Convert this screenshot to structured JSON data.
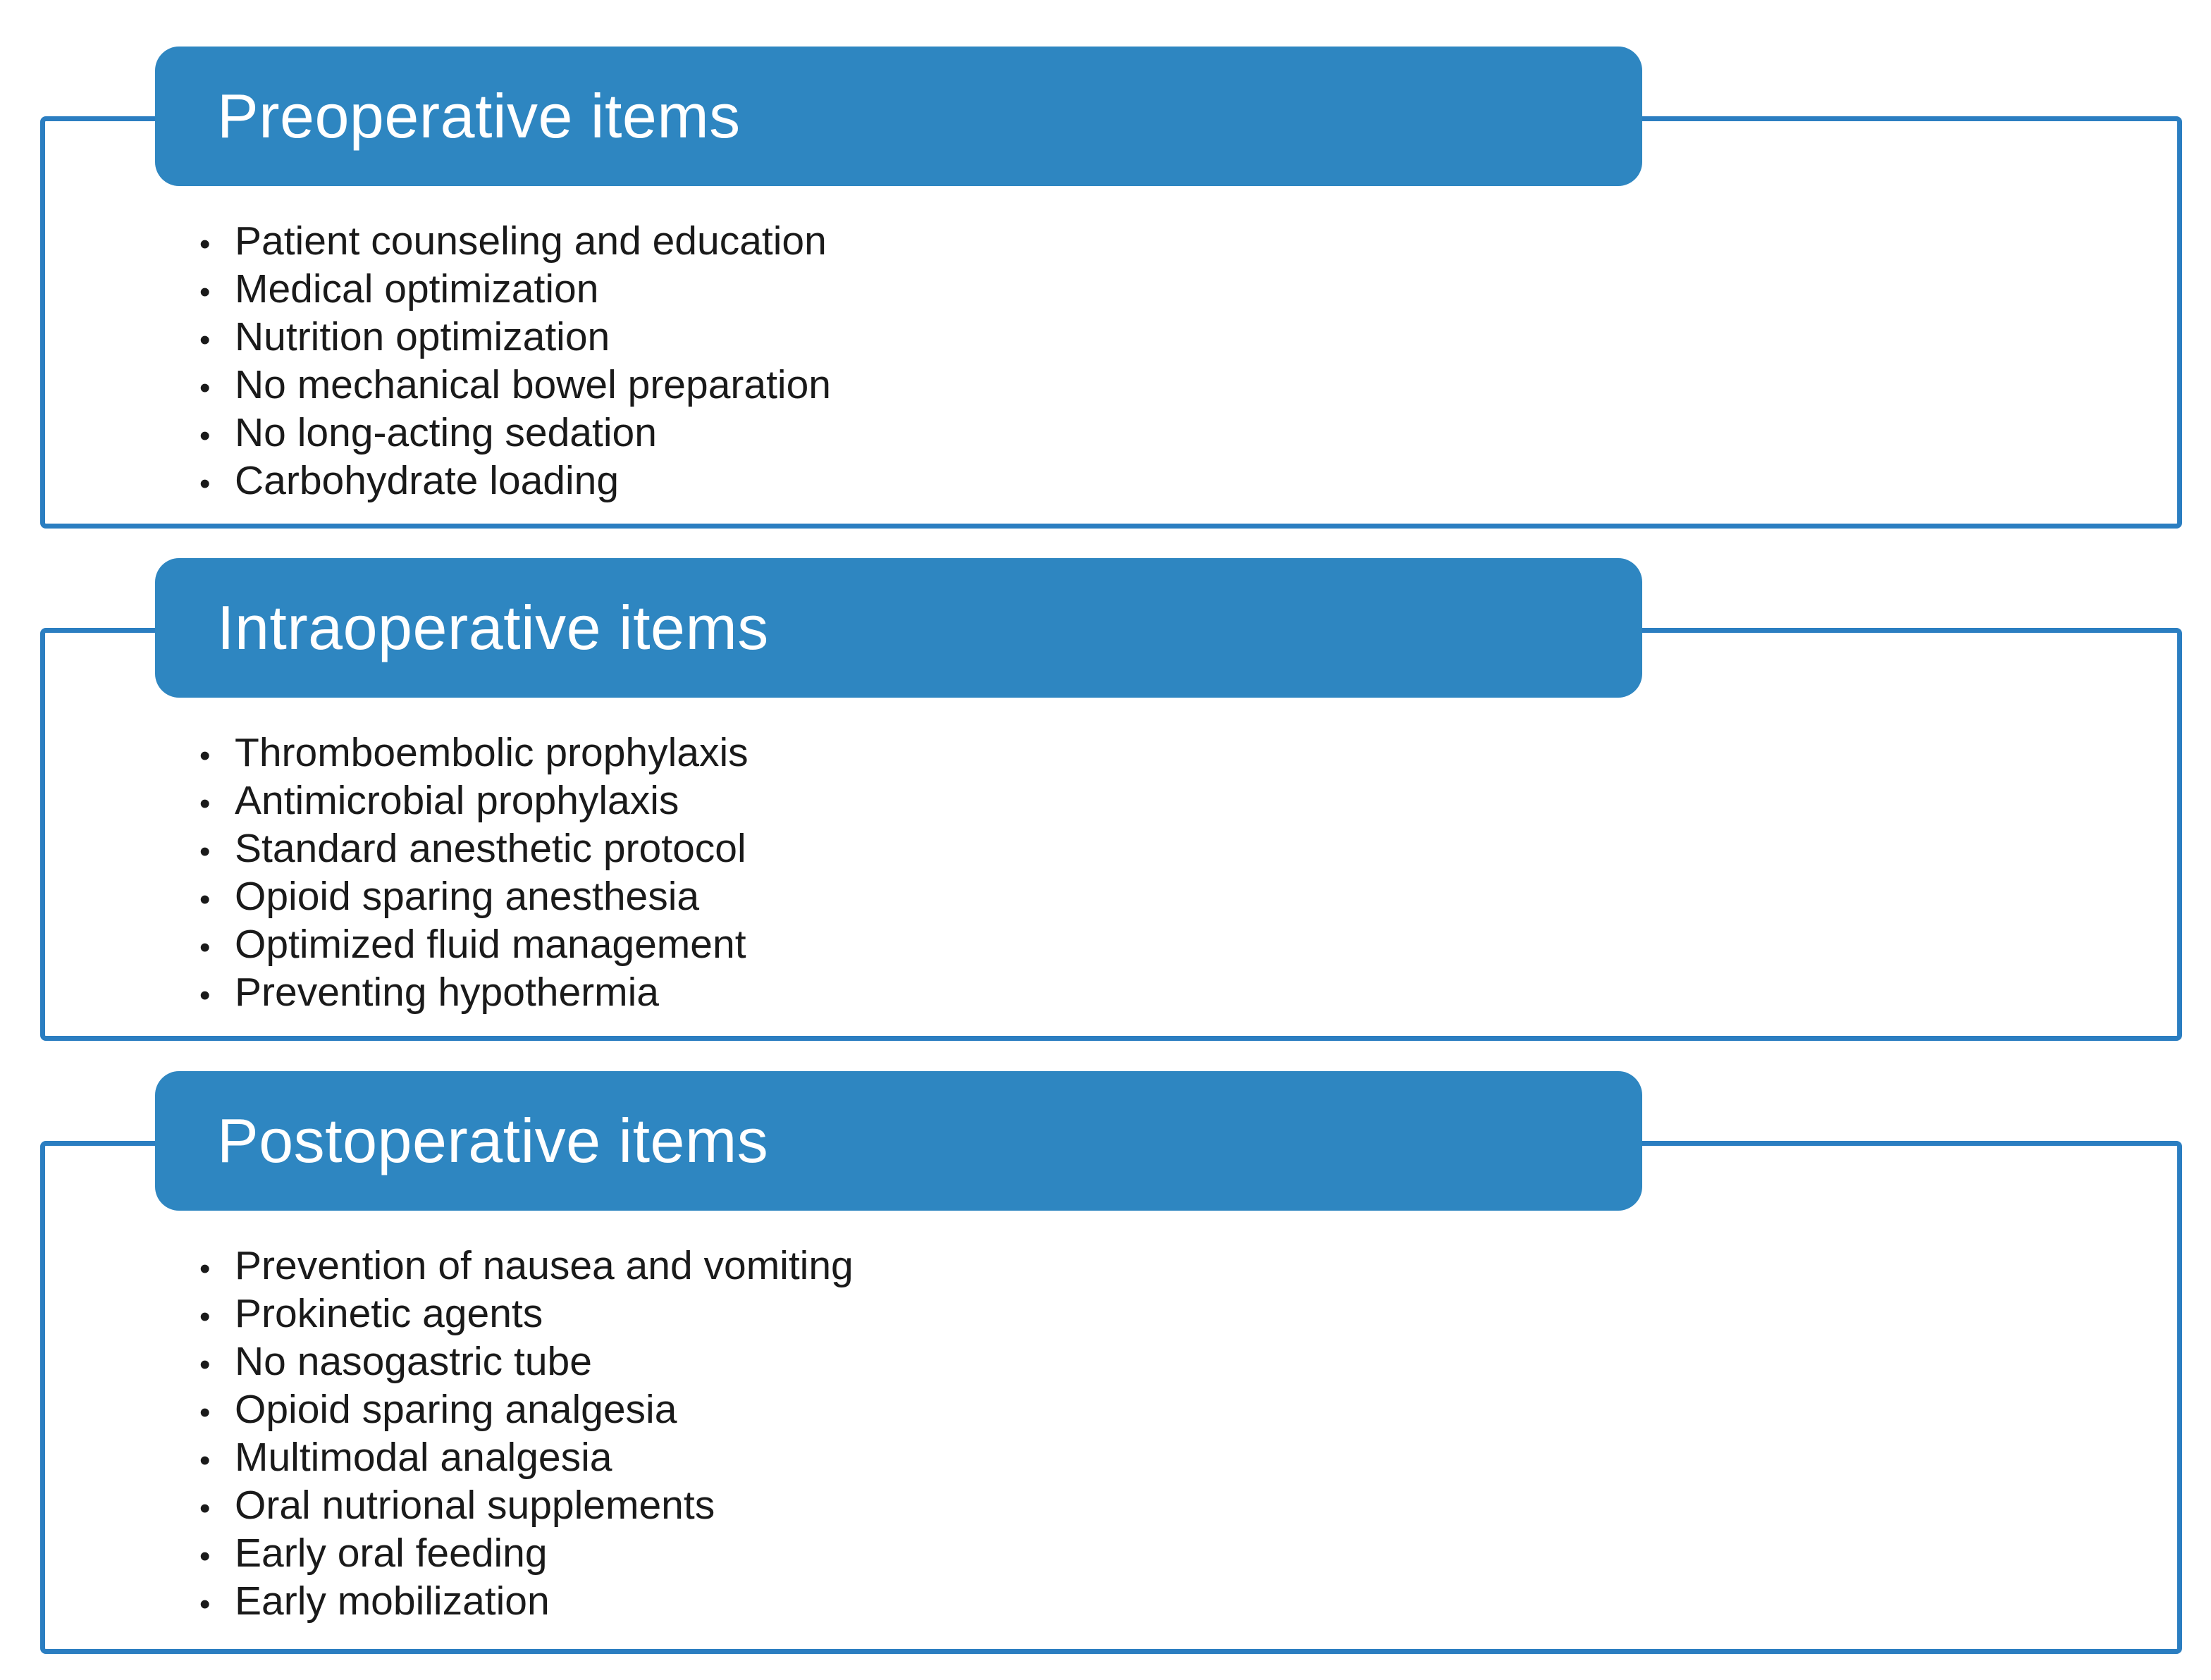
{
  "colors": {
    "header_bg": "#2E86C1",
    "border": "#2B7EC1",
    "header_text": "#FFFFFF",
    "body_text": "#1A1A1A",
    "background": "#FFFFFF"
  },
  "glyphs": {
    "bullet": "•"
  },
  "sections": [
    {
      "id": "preoperative",
      "title": "Preoperative items",
      "items": [
        "Patient counseling and education",
        "Medical optimization",
        "Nutrition optimization",
        "No mechanical bowel preparation",
        "No long-acting sedation",
        "Carbohydrate loading"
      ]
    },
    {
      "id": "intraoperative",
      "title": "Intraoperative items",
      "items": [
        "Thromboembolic prophylaxis",
        "Antimicrobial prophylaxis",
        "Standard anesthetic protocol",
        "Opioid sparing anesthesia",
        "Optimized fluid management",
        "Preventing hypothermia"
      ]
    },
    {
      "id": "postoperative",
      "title": "Postoperative items",
      "items": [
        "Prevention of nausea and vomiting",
        "Prokinetic agents",
        "No nasogastric tube",
        "Opioid sparing analgesia",
        "Multimodal analgesia",
        "Oral nutrional supplements",
        "Early oral feeding",
        "Early mobilization"
      ]
    }
  ]
}
